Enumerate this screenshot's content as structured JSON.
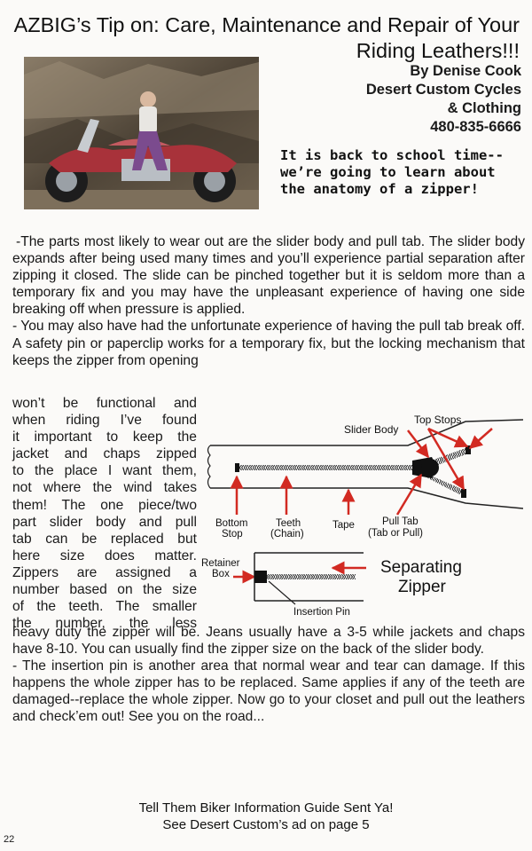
{
  "title": {
    "line1": "AZBIG’s Tip on: Care, Maintenance and Repair of Your",
    "line2": "Riding Leathers!!!"
  },
  "byline": {
    "author": "By Denise Cook",
    "company_line1": "Desert Custom Cycles",
    "company_line2": "& Clothing",
    "phone": "480-835-6666"
  },
  "callout": {
    "line1": "It is back to school time--",
    "line2": "we’re going to learn about",
    "line3": "the anatomy of a zipper!"
  },
  "paragraphs": {
    "p1": "-The parts most likely to wear out are the slider body and pull tab. The slider body expands after being used many times and you’ll experience partial separation after zipping it closed. The slide can be pinched together but it is seldom more than a temporary fix and you may have the unpleasant experience of having one side breaking off when pressure is applied.",
    "p2": "- You may also have had the unfortunate experience of having the pull tab break off. A safety pin or paperclip works for a temporary fix, but the locking mechanism that keeps the zipper from opening",
    "wrap_lines": [
      "won’t be functional and",
      "when riding I’ve found",
      "it important to keep the",
      "jacket and chaps zipped",
      "to the place I want them,",
      "not where the wind takes",
      "them! The one piece/two",
      "part slider body and pull",
      "tab can be replaced but",
      "here size does matter.",
      "Zippers are assigned a",
      "number based on the size",
      "of the teeth. The smaller",
      "the number, the less"
    ],
    "p2_end": "heavy duty the zipper will be. Jeans usually have a 3-5 while jackets and chaps have 8-10. You can usually find the zipper size on the back of the slider body.",
    "p3": "- The insertion pin is another area that normal wear and tear can damage. If this happens the whole zipper has to be replaced. Same applies if any of the teeth are damaged--replace the whole zipper. Now go to your closet and pull out the leathers and check’em out! See you on the road..."
  },
  "diagram": {
    "slider_body": "Slider Body",
    "top_stops": "Top Stops",
    "bottom_stop_1": "Bottom",
    "bottom_stop_2": "Stop",
    "teeth_1": "Teeth",
    "teeth_2": "(Chain)",
    "tape": "Tape",
    "pull_tab_1": "Pull Tab",
    "pull_tab_2": "(Tab or Pull)",
    "retainer_1": "Retainer",
    "retainer_2": "Box",
    "separating_1": "Separating",
    "separating_2": "Zipper",
    "insertion_pin": "Insertion Pin"
  },
  "footer": {
    "line1": "Tell Them Biker Information Guide Sent Ya!",
    "line2": "See Desert Custom’s ad on page 5"
  },
  "page_number": "22",
  "colors": {
    "arrow": "#d22a22",
    "text": "#151515"
  }
}
